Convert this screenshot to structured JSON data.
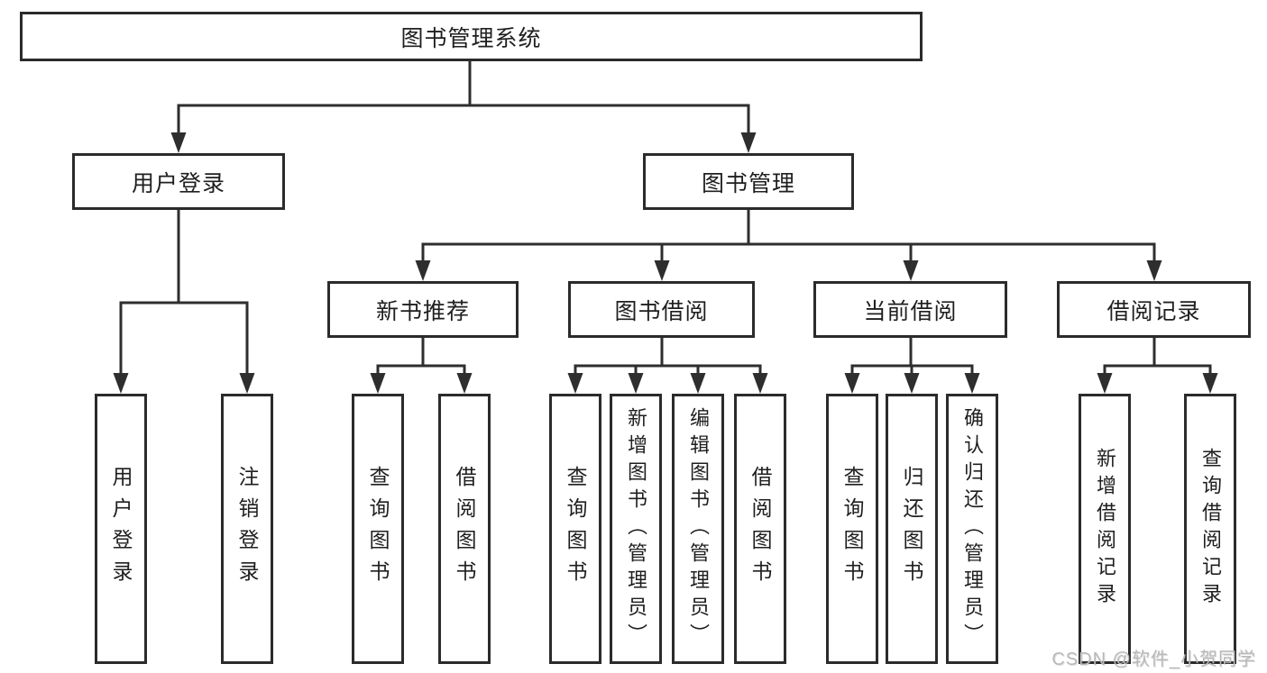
{
  "diagram": {
    "root": {
      "label": "图书管理系统"
    },
    "level1": [
      {
        "id": "user-login",
        "label": "用户登录"
      },
      {
        "id": "book-management",
        "label": "图书管理"
      }
    ],
    "level2": [
      {
        "id": "new-book-recommend",
        "label": "新书推荐",
        "parent": "book-management"
      },
      {
        "id": "book-borrow",
        "label": "图书借阅",
        "parent": "book-management"
      },
      {
        "id": "current-borrow",
        "label": "当前借阅",
        "parent": "book-management"
      },
      {
        "id": "borrow-record",
        "label": "借阅记录",
        "parent": "book-management"
      }
    ],
    "leaves": [
      {
        "parent": "user-login",
        "label": "用户登录"
      },
      {
        "parent": "user-login",
        "label": "注销登录"
      },
      {
        "parent": "new-book-recommend",
        "label": "查询图书"
      },
      {
        "parent": "new-book-recommend",
        "label": "借阅图书"
      },
      {
        "parent": "book-borrow",
        "label": "查询图书"
      },
      {
        "parent": "book-borrow",
        "label": "新增图书（管理员）"
      },
      {
        "parent": "book-borrow",
        "label": "编辑图书（管理员）"
      },
      {
        "parent": "book-borrow",
        "label": "借阅图书"
      },
      {
        "parent": "current-borrow",
        "label": "查询图书"
      },
      {
        "parent": "current-borrow",
        "label": "归还图书"
      },
      {
        "parent": "current-borrow",
        "label": "确认归还（管理员）"
      },
      {
        "parent": "borrow-record",
        "label": "新增借阅记录"
      },
      {
        "parent": "borrow-record",
        "label": "查询借阅记录"
      }
    ]
  },
  "watermark": "CSDN @软件_小贺同学",
  "colors": {
    "line": "#2e2e2e",
    "border": "#2b2b2b",
    "text": "#1f1f1f",
    "watermark": "#b9b9b9",
    "background": "#ffffff"
  }
}
